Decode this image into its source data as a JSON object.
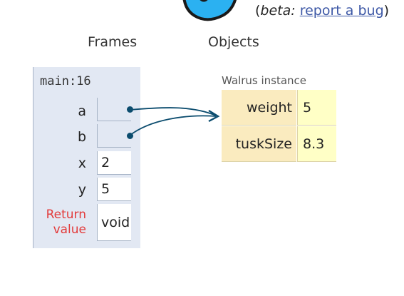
{
  "header": {
    "beta_prefix": "(",
    "beta_word": "beta:",
    "bug_link": "report a bug",
    "beta_suffix": ")"
  },
  "columns": {
    "frames": "Frames",
    "objects": "Objects"
  },
  "frame": {
    "name": "main:16",
    "vars": [
      {
        "name": "a",
        "value": "",
        "kind": "pointer"
      },
      {
        "name": "b",
        "value": "",
        "kind": "pointer"
      },
      {
        "name": "x",
        "value": "2",
        "kind": "primitive"
      },
      {
        "name": "y",
        "value": "5",
        "kind": "primitive"
      }
    ],
    "return_label": "Return\nvalue",
    "return_value": "void"
  },
  "object": {
    "label": "Walrus instance",
    "fields": [
      {
        "key": "weight",
        "value": "5"
      },
      {
        "key": "tuskSize",
        "value": "8.3"
      }
    ]
  },
  "colors": {
    "frame_bg": "#e2e8f3",
    "key_bg": "#faebbf",
    "value_bg": "#ffffc6",
    "arrow": "#0b4c6e",
    "return_label": "#e33b3b",
    "link": "#3d58a6"
  }
}
